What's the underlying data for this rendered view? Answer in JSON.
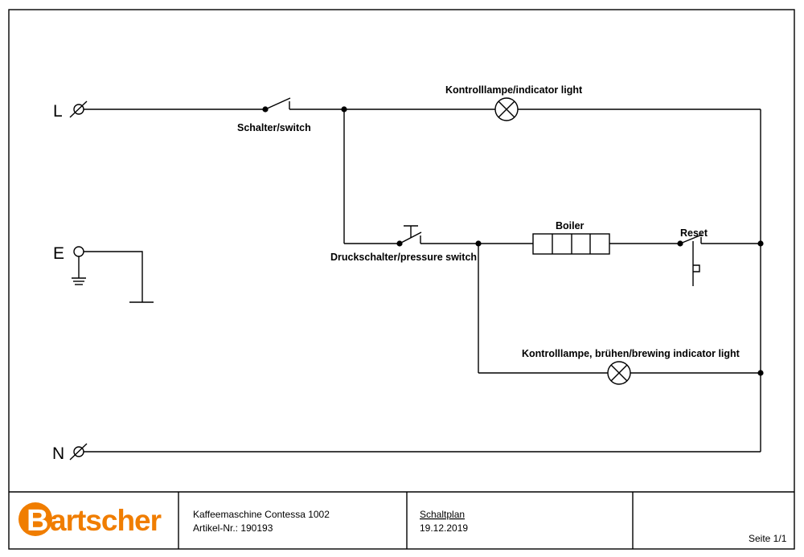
{
  "terminals": {
    "line": "L",
    "earth": "E",
    "neutral": "N"
  },
  "labels": {
    "switch": "Schalter/switch",
    "indicator_light": "Kontrolllampe/indicator light",
    "pressure_switch": "Druckschalter/pressure switch",
    "boiler": "Boiler",
    "reset": "Reset",
    "brewing_indicator": "Kontrolllampe, brühen/brewing indicator light"
  },
  "title_block": {
    "logo_text": "artscher",
    "logo_initial": "B",
    "product": "Kaffeemaschine Contessa 1002",
    "article_no": "Artikel-Nr.: 190193",
    "doc_type": "Schaltplan",
    "date": "19.12.2019",
    "page": "Seite 1/1"
  },
  "colors": {
    "logo": "#f07d00",
    "line": "#000000"
  }
}
